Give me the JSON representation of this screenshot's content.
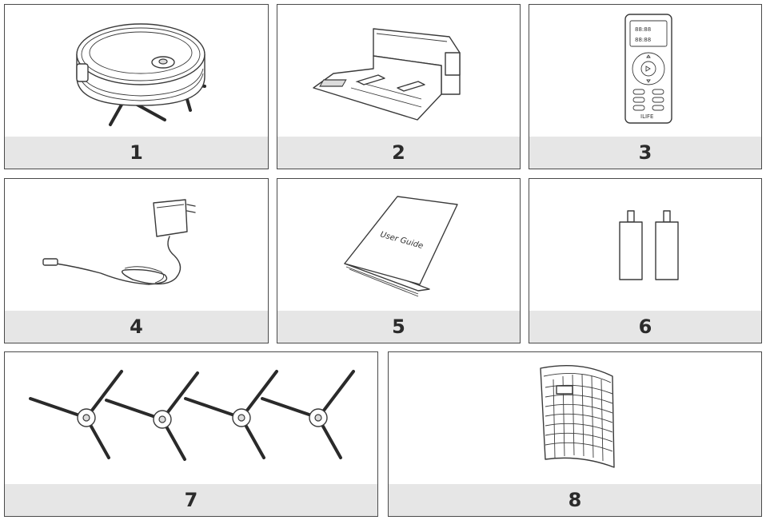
{
  "panels": [
    {
      "number": "1",
      "item_icon": "robot-vacuum-icon"
    },
    {
      "number": "2",
      "item_icon": "charging-dock-icon"
    },
    {
      "number": "3",
      "item_icon": "remote-control-icon",
      "brand_text": "ILIFE",
      "display_digits": "88:88"
    },
    {
      "number": "4",
      "item_icon": "power-adapter-icon"
    },
    {
      "number": "5",
      "item_icon": "user-guide-icon",
      "cover_text": "User Guide"
    },
    {
      "number": "6",
      "item_icon": "batteries-icon"
    },
    {
      "number": "7",
      "item_icon": "side-brushes-icon"
    },
    {
      "number": "8",
      "item_icon": "filter-icon"
    }
  ],
  "colors": {
    "border": "#4a4a4a",
    "label_band": "#e6e6e6",
    "line": "#3a3a3a"
  }
}
